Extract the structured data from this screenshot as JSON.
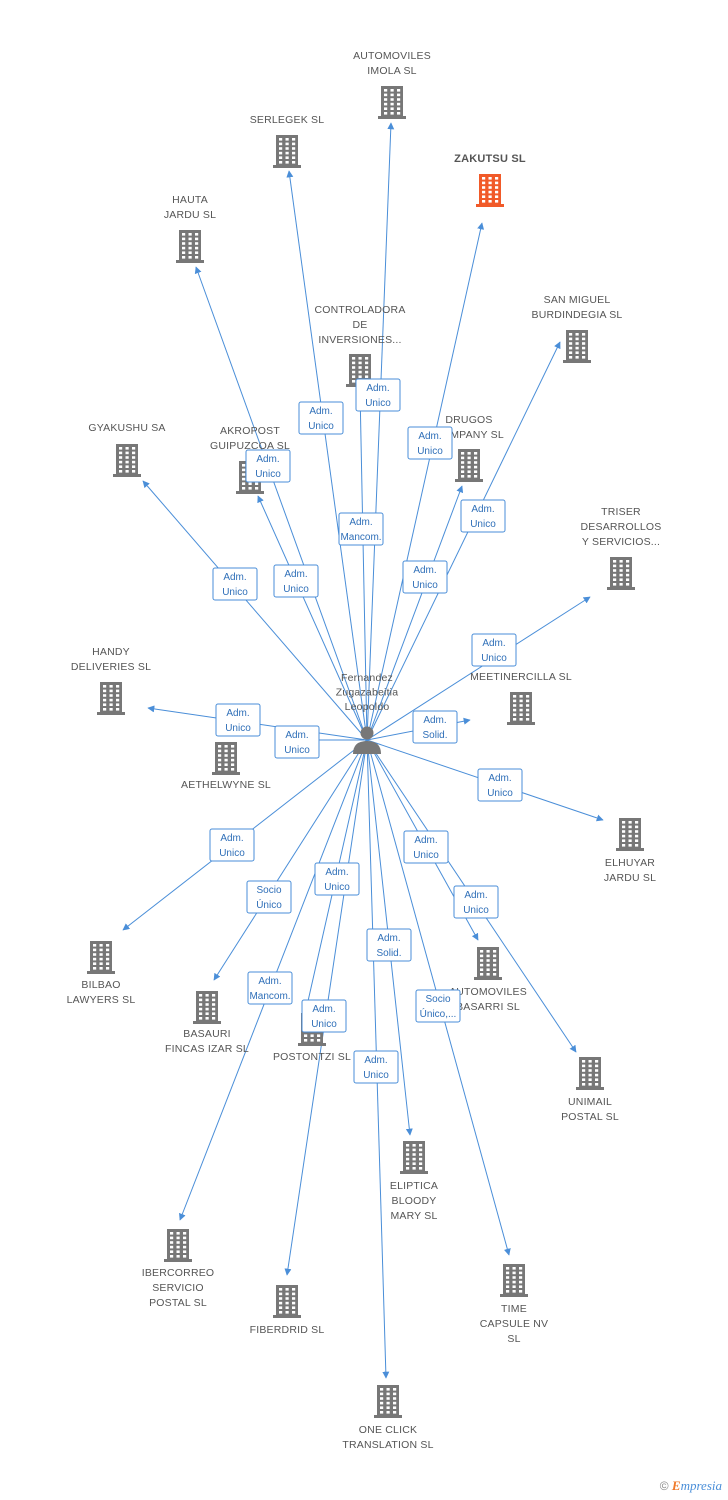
{
  "center": {
    "id": "person",
    "label": [
      "Fernandez",
      "Zugazabeitia",
      "Leopoldo"
    ]
  },
  "colors": {
    "edge": "#4a8ed8",
    "building": "#777777",
    "highlight": "#f15a29"
  },
  "nodes": [
    {
      "id": "automoviles-imola",
      "label": [
        "AUTOMOVILES",
        "IMOLA SL"
      ]
    },
    {
      "id": "serlegek",
      "label": [
        "SERLEGEK SL"
      ]
    },
    {
      "id": "zakutsu",
      "label": [
        "ZAKUTSU SL"
      ],
      "highlight": true
    },
    {
      "id": "hauta-jardu",
      "label": [
        "HAUTA",
        "JARDU SL"
      ]
    },
    {
      "id": "controladora",
      "label": [
        "CONTROLADORA",
        "DE",
        "INVERSIONES..."
      ]
    },
    {
      "id": "san-miguel",
      "label": [
        "SAN MIGUEL",
        "BURDINDEGIA SL"
      ]
    },
    {
      "id": "gyakushu",
      "label": [
        "GYAKUSHU SA"
      ]
    },
    {
      "id": "akropost",
      "label": [
        "AKROPOST",
        "GUIPUZCOA SL"
      ]
    },
    {
      "id": "drugos",
      "label": [
        "DRUGOS",
        "COMPANY SL"
      ]
    },
    {
      "id": "triser",
      "label": [
        "TRISER",
        "DESARROLLOS",
        "Y SERVICIOS..."
      ]
    },
    {
      "id": "handy",
      "label": [
        "HANDY",
        "DELIVERIES  SL"
      ]
    },
    {
      "id": "meetinercilla",
      "label": [
        "MEETINERCILLA SL"
      ]
    },
    {
      "id": "aethelwyne",
      "label": [
        "AETHELWYNE SL"
      ]
    },
    {
      "id": "elhuyar",
      "label": [
        "ELHUYAR",
        "JARDU SL"
      ]
    },
    {
      "id": "bilbao-lawyers",
      "label": [
        "BILBAO",
        "LAWYERS SL"
      ]
    },
    {
      "id": "basauri",
      "label": [
        "BASAURI",
        "FINCAS IZAR SL"
      ]
    },
    {
      "id": "postontzi",
      "label": [
        "POSTONTZI SL"
      ]
    },
    {
      "id": "automoviles-basarri",
      "label": [
        "AUTOMOVILES",
        "BASARRI SL"
      ]
    },
    {
      "id": "unimail",
      "label": [
        "UNIMAIL",
        "POSTAL SL"
      ]
    },
    {
      "id": "eliptica",
      "label": [
        "ELIPTICA",
        "BLOODY",
        "MARY SL"
      ]
    },
    {
      "id": "ibercorreo",
      "label": [
        "IBERCORREO",
        "SERVICIO",
        "POSTAL SL"
      ]
    },
    {
      "id": "fiberdrid",
      "label": [
        "FIBERDRID  SL"
      ]
    },
    {
      "id": "time-capsule",
      "label": [
        "TIME",
        "CAPSULE NV",
        "SL"
      ]
    },
    {
      "id": "one-click",
      "label": [
        "ONE CLICK",
        "TRANSLATION SL"
      ]
    }
  ],
  "edges": [
    {
      "to": "automoviles-imola",
      "rel": [
        "Adm.",
        "Unico"
      ]
    },
    {
      "to": "serlegek",
      "rel": [
        "Adm.",
        "Unico"
      ]
    },
    {
      "to": "zakutsu",
      "rel": [
        "Adm.",
        "Unico"
      ]
    },
    {
      "to": "hauta-jardu",
      "rel": [
        "Adm.",
        "Unico"
      ]
    },
    {
      "to": "controladora",
      "rel": [
        "Adm.",
        "Mancom."
      ]
    },
    {
      "to": "san-miguel",
      "rel": [
        "Adm.",
        "Unico"
      ]
    },
    {
      "to": "gyakushu",
      "rel": [
        "Adm.",
        "Unico"
      ]
    },
    {
      "to": "akropost",
      "rel": [
        "Adm.",
        "Unico"
      ]
    },
    {
      "to": "drugos",
      "rel": [
        "Adm.",
        "Unico"
      ]
    },
    {
      "to": "triser",
      "rel": [
        "Adm.",
        "Unico"
      ]
    },
    {
      "to": "handy",
      "rel": [
        "Adm.",
        "Unico"
      ]
    },
    {
      "to": "meetinercilla",
      "rel": [
        "Adm.",
        "Solid."
      ]
    },
    {
      "to": "aethelwyne",
      "rel": [
        "Adm.",
        "Unico"
      ]
    },
    {
      "to": "elhuyar",
      "rel": [
        "Adm.",
        "Unico"
      ]
    },
    {
      "to": "bilbao-lawyers",
      "rel": [
        "Adm.",
        "Unico"
      ]
    },
    {
      "to": "basauri",
      "rel": [
        "Socio",
        "Único"
      ]
    },
    {
      "to": "postontzi",
      "rel": [
        "Adm.",
        "Unico"
      ]
    },
    {
      "to": "automoviles-basarri",
      "rel": [
        "Adm.",
        "Unico"
      ]
    },
    {
      "to": "unimail",
      "rel": [
        "Adm.",
        "Unico"
      ]
    },
    {
      "to": "eliptica",
      "rel": [
        "Adm.",
        "Solid."
      ]
    },
    {
      "to": "ibercorreo",
      "rel": [
        "Adm.",
        "Mancom."
      ]
    },
    {
      "to": "fiberdrid",
      "rel": [
        "Adm.",
        "Unico"
      ]
    },
    {
      "to": "time-capsule",
      "rel": [
        "Socio",
        "Único,..."
      ]
    },
    {
      "to": "one-click",
      "rel": [
        "Adm.",
        "Unico"
      ]
    }
  ],
  "footer": {
    "copyright": "©",
    "brand_e": "E",
    "brand_rest": "mpresia"
  }
}
